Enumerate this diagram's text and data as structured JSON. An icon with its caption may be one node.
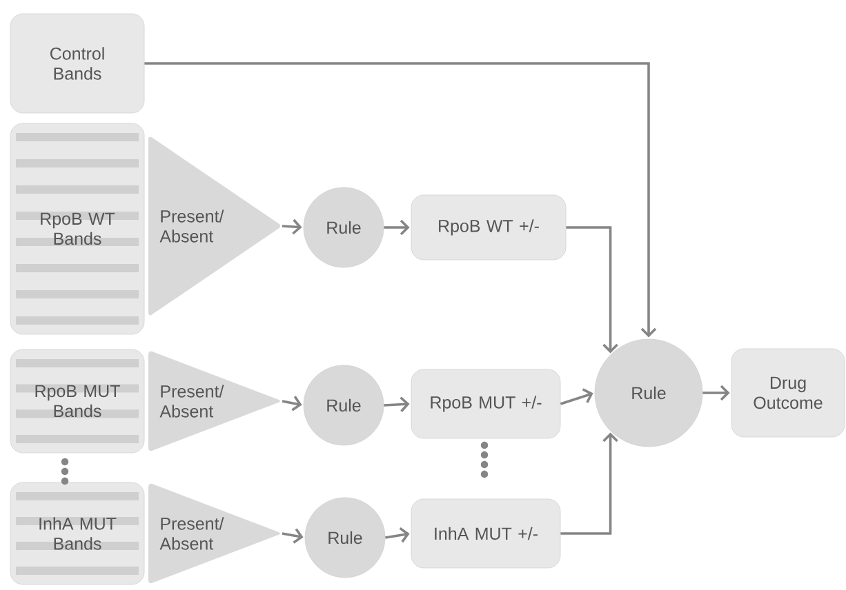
{
  "diagram": {
    "nodes": [
      {
        "text": [
          "Control Bands"
        ]
      },
      {
        "text": [
          "RpoB WT Bands"
        ]
      },
      {
        "text": [
          "Present/ Absent"
        ]
      },
      {
        "text": [
          "Rule"
        ]
      },
      {
        "text": [
          "RpoB WT +/-"
        ]
      },
      {
        "text": [
          "RpoB MUT Bands"
        ]
      },
      {
        "text": [
          "Present/ Absent"
        ]
      },
      {
        "text": [
          "Rule"
        ]
      },
      {
        "text": [
          "RpoB MUT +/-"
        ]
      },
      {
        "text": [
          "InhA MUT Bands"
        ]
      },
      {
        "text": [
          "Present/ Absent"
        ]
      },
      {
        "text": [
          "Rule"
        ]
      },
      {
        "text": [
          "InhA MUT +/-"
        ]
      },
      {
        "text": [
          "Rule"
        ]
      },
      {
        "text": [
          "Drug Outcome"
        ]
      }
    ],
    "edges": [
      {
        "from": 0,
        "to": 13,
        "arrow": "to"
      },
      {
        "from": 2,
        "to": 3,
        "arrow": "to"
      },
      {
        "from": 3,
        "to": 4,
        "arrow": "to"
      },
      {
        "from": 4,
        "to": 13,
        "arrow": "to"
      },
      {
        "from": 6,
        "to": 7,
        "arrow": "to"
      },
      {
        "from": 7,
        "to": 8,
        "arrow": "to"
      },
      {
        "from": 8,
        "to": 13,
        "arrow": "to"
      },
      {
        "from": 10,
        "to": 11,
        "arrow": "to"
      },
      {
        "from": 11,
        "to": 12,
        "arrow": "to"
      },
      {
        "from": 12,
        "to": 13,
        "arrow": "to"
      },
      {
        "from": 13,
        "to": 14,
        "arrow": "to"
      }
    ]
  }
}
